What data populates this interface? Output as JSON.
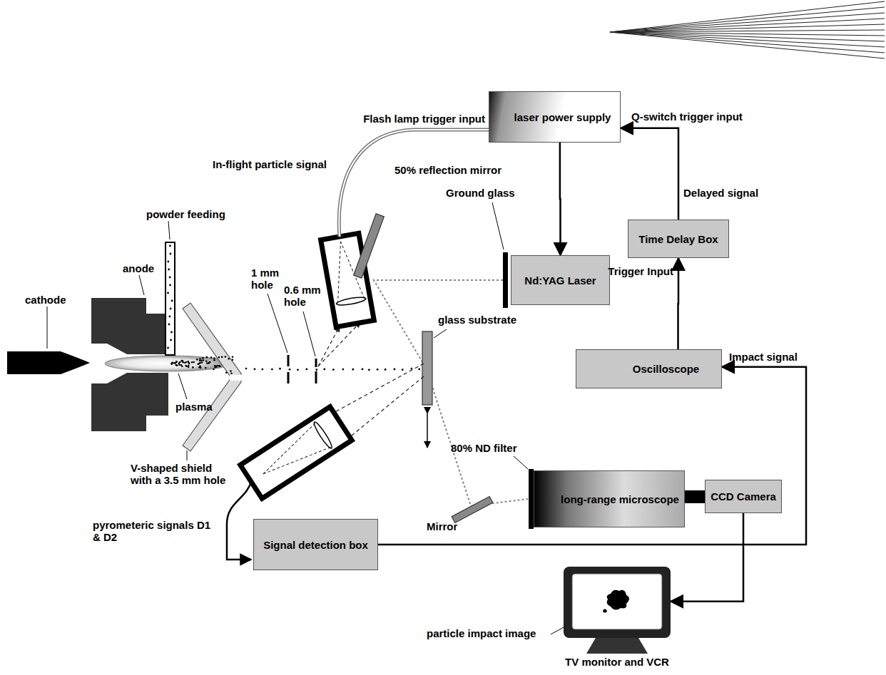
{
  "diagram": {
    "nodes": [
      {
        "text": [
          "laser power supply"
        ]
      },
      {
        "text": [
          "Time Delay Box"
        ]
      },
      {
        "text": [
          "Nd:YAG Laser"
        ]
      },
      {
        "text": [
          "Oscilloscope"
        ]
      },
      {
        "text": [
          "long-range microscope"
        ]
      },
      {
        "text": [
          "CCD Camera"
        ]
      },
      {
        "text": [
          "Signal detection box"
        ]
      },
      {
        "text": [
          "TV monitor and VCR"
        ]
      }
    ],
    "edges": [
      {
        "from": 0,
        "to": 2,
        "arrow": "to"
      },
      {
        "from": 1,
        "to": 0,
        "arrow": "to"
      },
      {
        "from": 3,
        "to": 1,
        "arrow": "to"
      },
      {
        "from": 6,
        "to": 3,
        "arrow": "to"
      },
      {
        "from": 5,
        "to": 7,
        "arrow": "to"
      }
    ],
    "labels": [
      "powder feeding",
      "cathode",
      "anode",
      "plasma",
      "V-shaped shield with a 3.5 mm hole",
      "1 mm hole",
      "0.6 mm hole",
      "In-flight particle signal",
      "Flash lamp trigger input",
      "Q-switch trigger input",
      "50% reflection mirror",
      "Ground glass",
      "Delayed signal",
      "Trigger Input",
      "glass substrate",
      "Impact signal",
      "80% ND filter",
      "Mirror",
      "pyrometeric signals D1 & D2",
      "particle impact image"
    ]
  }
}
